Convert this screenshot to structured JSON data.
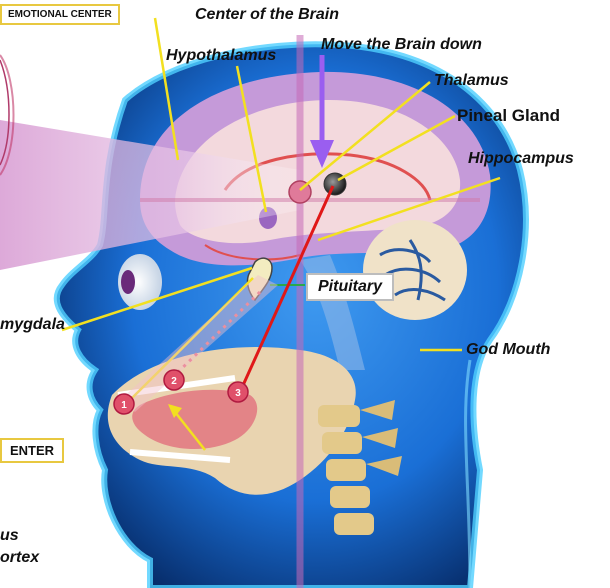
{
  "labels": {
    "emotional_center": "EMOTIONAL CENTER",
    "center_of_brain": "Center of the Brain",
    "move_brain_down": "Move the Brain down",
    "hypothalamus": "Hypothalamus",
    "thalamus": "Thalamus",
    "pineal_gland": "Pineal Gland",
    "hippocampus": "Hippocampus",
    "pituitary": "Pituitary",
    "amygdala": "mygdala",
    "god_mouth": "God Mouth",
    "center_box": "ENTER",
    "us": "us",
    "ortex": "ortex"
  },
  "markers": [
    "1",
    "2",
    "3"
  ],
  "colors": {
    "head": "#1a6fd6",
    "head_dark": "#062a66",
    "glow": "#4fd0ff",
    "brain_outer": "#c59ad9",
    "brain_inner": "#f3d9dd",
    "cerebellum": "#f0e2c8",
    "mouth_area": "#e9d4b0",
    "pointer_line": "#f2e020",
    "arrow": "#9a5ef0",
    "red_line": "#e01818",
    "beam": "#e0b0d8"
  }
}
